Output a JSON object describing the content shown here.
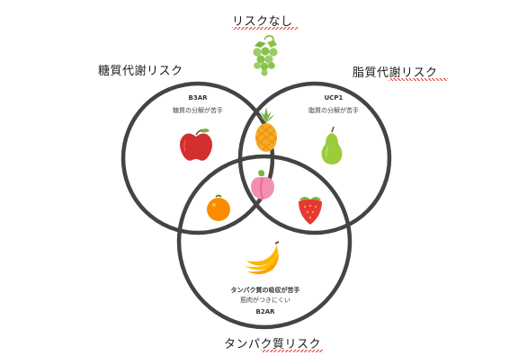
{
  "labels": {
    "no_risk": "リスクなし",
    "sugar_risk": "糖質代謝リスク",
    "fat_risk": "脂質代謝リスク",
    "protein_risk": "タンパク質リスク"
  },
  "circles": {
    "sugar": {
      "gene": "B3AR",
      "desc": "糖質の分解が苦手"
    },
    "fat": {
      "gene": "UCP1",
      "desc": "脂質の分解が苦手"
    },
    "protein": {
      "desc_main": "タンパク質の吸収が苦手",
      "desc_sub": "筋肉がつきにくい",
      "gene": "B2AR"
    }
  },
  "fruits": [
    {
      "name": "grapes-icon",
      "color": "#8bc34a"
    },
    {
      "name": "apple-icon",
      "color": "#d32f2f"
    },
    {
      "name": "pineapple-icon",
      "color": "#f9a825"
    },
    {
      "name": "pear-icon",
      "color": "#9ccc3a"
    },
    {
      "name": "peach-icon",
      "color": "#f48fb1"
    },
    {
      "name": "orange-icon",
      "color": "#fb8c00"
    },
    {
      "name": "strawberry-icon",
      "color": "#e53935"
    },
    {
      "name": "banana-icon",
      "color": "#ffb300"
    }
  ],
  "colors": {
    "circle_stroke": "#444444",
    "underline": "#e53935"
  }
}
